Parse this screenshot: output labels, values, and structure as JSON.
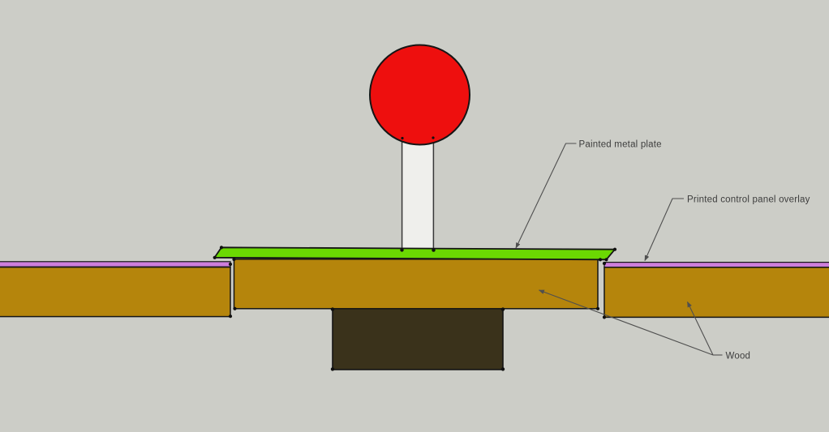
{
  "diagram": {
    "labels": {
      "painted_metal_plate": "Painted metal plate",
      "printed_overlay": "Printed control panel overlay",
      "wood": "Wood"
    },
    "colors": {
      "background": "#cccdc7",
      "ball": "#ee0f0e",
      "shaft": "#efefec",
      "plate": "#6bd802",
      "overlay": "#cd7edb",
      "wood": "#b5850c",
      "support": "#3a321b",
      "outline": "#151515",
      "leader": "#4f4f4f",
      "text": "#3d3d3d"
    }
  }
}
